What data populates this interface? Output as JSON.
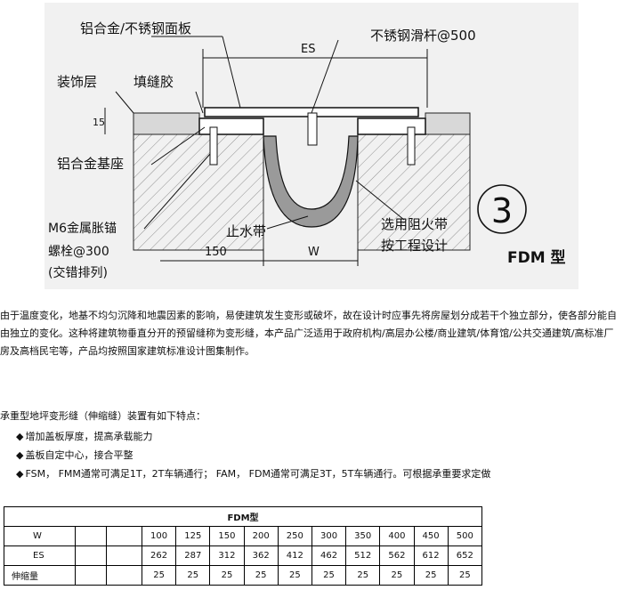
{
  "drawing": {
    "labels": {
      "top_plate": "铝合金/不锈钢面板",
      "rod": "不锈钢滑杆@500",
      "es": "ES",
      "deco_layer": "装饰层",
      "filler": "填缝胶",
      "dim_15": "15",
      "base": "铝合金基座",
      "anchor": "M6金属胀锚",
      "bolt": "螺栓@300",
      "stagger": "(交错排列)",
      "water_stop": "止水带",
      "dim_150": "150",
      "dim_w": "W",
      "fire_band": "选用阻火带",
      "design": "按工程设计",
      "number": "3",
      "model": "FDM 型"
    }
  },
  "intro": "由于温度变化，地基不均匀沉降和地震因素的影响，易使建筑发生变形或破坏，故在设计时应事先将房屋划分成若干个独立部分，使各部分能自由独立的变化。这种将建筑物垂直分开的预留缝称为变形缝，本产品广泛适用于政府机构/高层办公楼/商业建筑/体育馆/公共交通建筑/高标准厂房及高档民宅等，产品均按照国家建筑标准设计图集制作。",
  "features_title": "承重型地坪变形缝（伸缩缝）装置有如下特点：",
  "features": [
    "增加盖板厚度，提高承载能力",
    "盖板自定中心，接合平整",
    "FSM， FMM通常可满足1T，2T车辆通行； FAM， FDM通常可满足3T，5T车辆通行。可根据承重要求定做"
  ],
  "table": {
    "title": "FDM型",
    "rows": [
      {
        "label": "W",
        "values": [
          "100",
          "125",
          "150",
          "200",
          "250",
          "300",
          "350",
          "400",
          "450",
          "500"
        ]
      },
      {
        "label": "ES",
        "values": [
          "262",
          "287",
          "312",
          "362",
          "412",
          "462",
          "512",
          "562",
          "612",
          "652"
        ]
      },
      {
        "label": "伸缩量",
        "values": [
          "25",
          "25",
          "25",
          "25",
          "25",
          "25",
          "25",
          "25",
          "25",
          "25"
        ]
      }
    ]
  }
}
